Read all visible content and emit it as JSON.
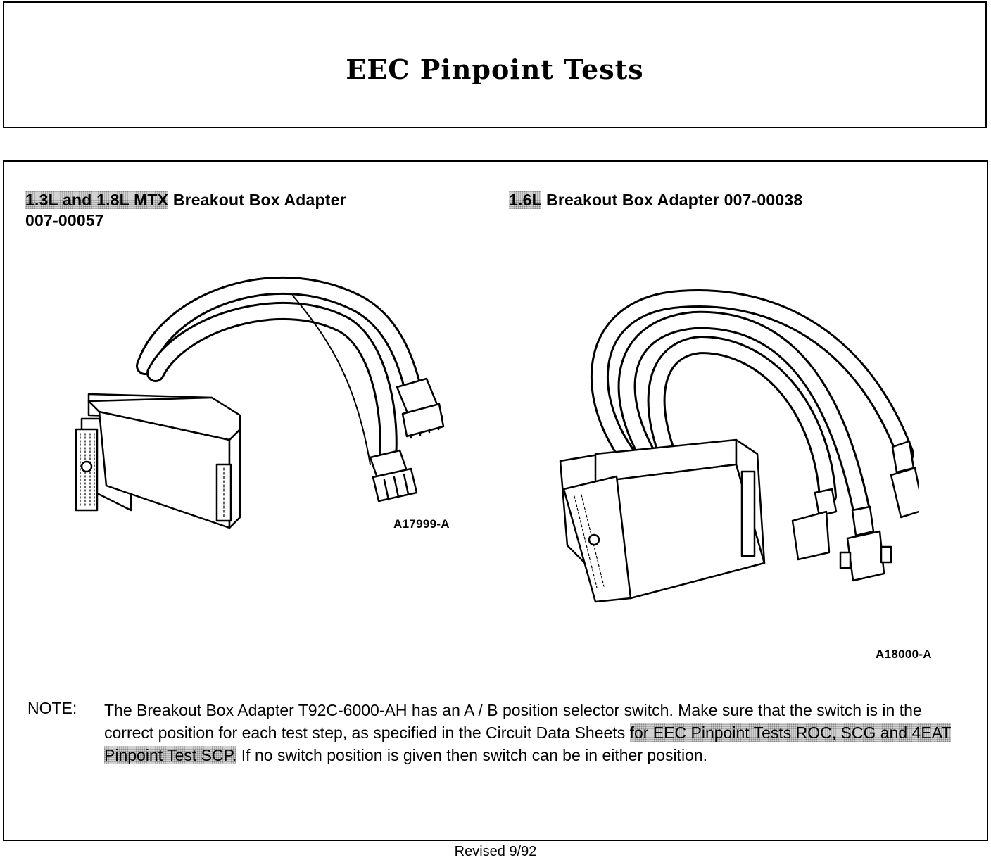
{
  "header": {
    "title": "EEC Pinpoint Tests"
  },
  "adapters": [
    {
      "heading_highlight": "1.3L and 1.8L MTX",
      "heading_rest": " Breakout Box Adapter",
      "heading_line2": "007-00057",
      "figure_code": "A17999-A",
      "icon": "breakout-box-adapter-illustration"
    },
    {
      "heading_highlight": "1.6L",
      "heading_rest": " Breakout Box Adapter 007-00038",
      "figure_code": "A18000-A",
      "icon": "breakout-box-adapter-illustration"
    }
  ],
  "note": {
    "label": "NOTE:",
    "text_before": "The Breakout Box Adapter T92C-6000-AH has an A / B position selector switch. Make sure that the switch is in the correct position for each test step, as specified in the Circuit Data Sheets ",
    "text_highlight": "for EEC Pinpoint Tests ROC, SCG and 4EAT Pinpoint Test SCP.",
    "text_after": " If no switch position is given then switch can be in either position."
  },
  "footer": {
    "revision": "Revised 9/92"
  }
}
